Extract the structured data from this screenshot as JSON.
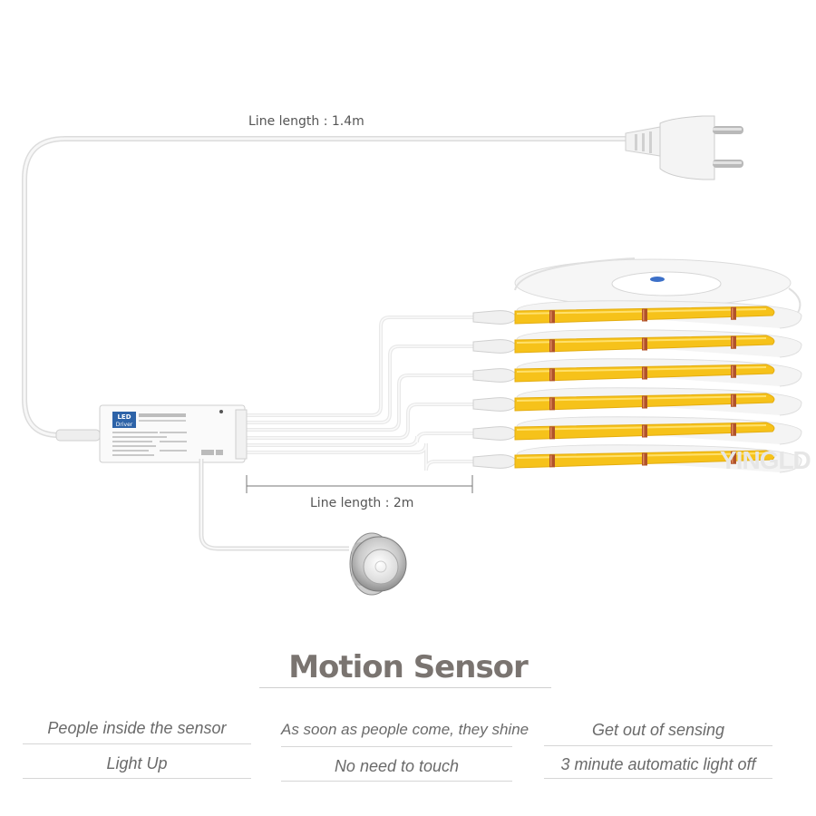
{
  "diagram": {
    "line_length_plug": "Line length : 1.4m",
    "line_length_strips": "Line length : 2m",
    "watermark": "YINGLD",
    "driver_badge_top": "LED",
    "driver_badge_bottom": "Driver"
  },
  "section": {
    "title": "Motion Sensor"
  },
  "features": [
    {
      "line1": "People inside the sensor",
      "line2": "Light Up"
    },
    {
      "line1": "As soon as people come, they shine",
      "line2": "No need to touch"
    },
    {
      "line1": "Get out of sensing",
      "line2": "3 minute automatic light off"
    }
  ],
  "colors": {
    "strip": "#f6c21a",
    "cable": "#e9e9e9",
    "marker": "#b0532a",
    "title": "#7a7470"
  }
}
